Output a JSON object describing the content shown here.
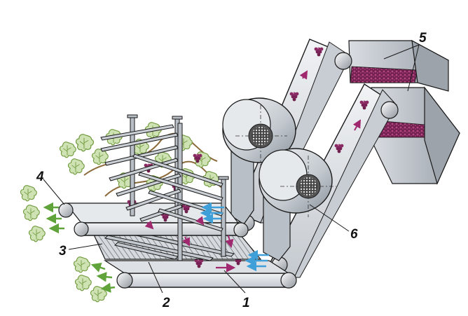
{
  "callouts": {
    "c1": "1",
    "c2": "2",
    "c3": "3",
    "c4": "4",
    "c5": "5",
    "c6": "6"
  },
  "colors": {
    "steel_light": "#e2e6ea",
    "steel_mid": "#b9bfc6",
    "steel_dark": "#7d848c",
    "grape": "#8a2a63",
    "leaf": "#6f9a3c",
    "airflow": "#3f9fd8",
    "flow_arrow": "#a0286e",
    "outline": "#1a1a1a"
  },
  "icons": {
    "fan": "centrifugal-fan-icon",
    "hopper": "hopper-icon",
    "leaf": "grape-leaf-icon",
    "cluster": "grape-cluster-icon"
  }
}
